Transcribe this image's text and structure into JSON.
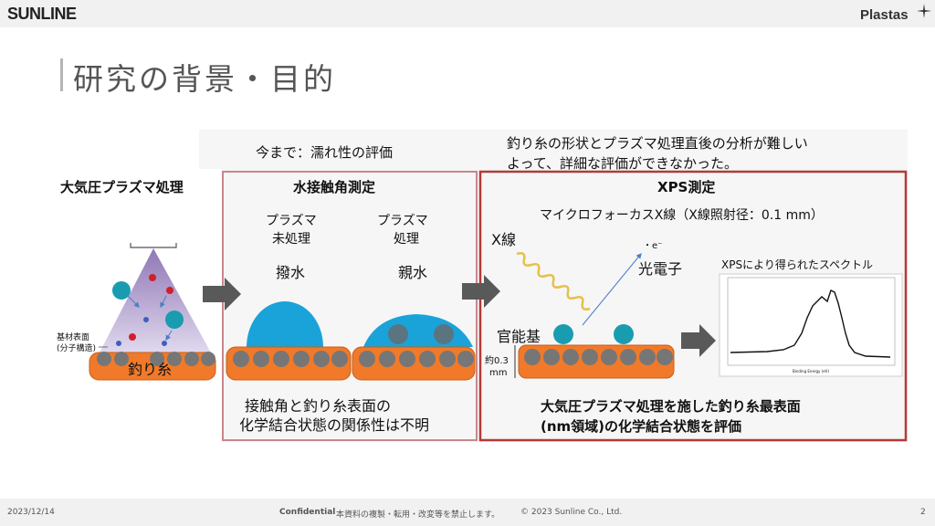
{
  "header": {
    "logo_left": "SUNLINE",
    "logo_right": "Plastas"
  },
  "page": {
    "title": "研究の背景・目的"
  },
  "diagram": {
    "note_left": "今まで：濡れ性の評価",
    "note_right_1": "釣り糸の形状とプラズマ処理直後の分析が難しい",
    "note_right_2": "よって、詳細な評価ができなかった。",
    "plasma_heading": "大気圧プラズマ処理",
    "substrate_label_1": "基材表面",
    "substrate_label_2": "(分子構造)",
    "fishing_line": "釣り糸",
    "contact_angle_heading": "水接触角測定",
    "untreated_1": "プラズマ",
    "untreated_2": "未処理",
    "treated_1": "プラズマ",
    "treated_2": "処理",
    "hydrophobic": "撥水",
    "hydrophilic": "親水",
    "contact_note_1": "接触角と釣り糸表面の",
    "contact_note_2": "化学結合状態の関係性は不明",
    "xps_heading": "XPS測定",
    "xps_spot": "マイクロフォーカスX線（X線照射径：0.1 mm）",
    "xray": "X線",
    "electron_symbol": "・e⁻",
    "photoelectron": "光電子",
    "functional_group": "官能基",
    "diameter_1": "約0.3",
    "diameter_2": "mm",
    "spectrum_title": "XPSにより得られたスペクトル",
    "spectrum_xlabel": "Binding Energy (eV)",
    "xps_result_1": "大気圧プラズマ処理を施した釣り糸最表面",
    "xps_result_2": "(nm領域)の化学結合状態を評価"
  },
  "footer": {
    "date": "2023/12/14",
    "confidential": "Confidential",
    "notice": "本資料の複製・転用・改変等を禁止します。",
    "copyright": "© 2023 Sunline Co., Ltd.",
    "page_number": "2"
  },
  "colors": {
    "accent_red": "#c0504d",
    "drop_blue": "#1aa3d9",
    "teal_ball": "#1a9cb0",
    "line_orange": "#f07a2a",
    "arrow_gray": "#595959"
  }
}
